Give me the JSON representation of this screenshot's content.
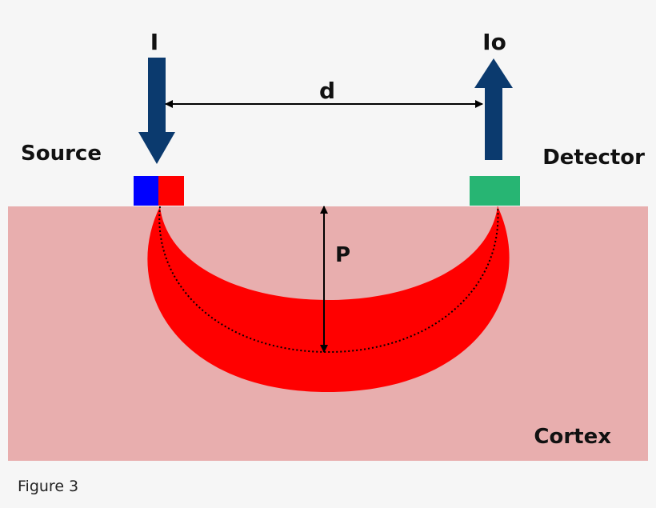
{
  "labels": {
    "incident": "I",
    "output": "Io",
    "distance": "d",
    "source": "Source",
    "detector": "Detector",
    "depth": "P",
    "tissue": "Cortex"
  },
  "caption": "Figure 3",
  "colors": {
    "background": "#f6f6f6",
    "tissue": "#e8aeae",
    "light_path": "#ff0000",
    "arrow": "#0b3a6e",
    "source_blue": "#0000ff",
    "source_red": "#ff0000",
    "detector": "#27b573",
    "text": "#111111"
  }
}
